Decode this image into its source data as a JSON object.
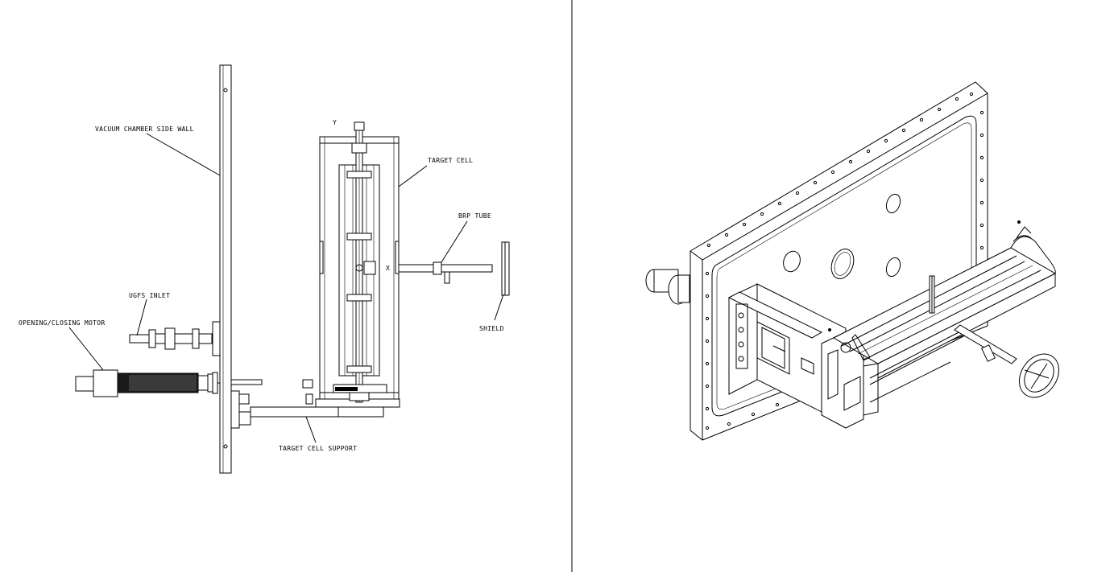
{
  "labels": {
    "vacuum_chamber_side_wall": "VACUUM CHAMBER SIDE WALL",
    "target_cell": "TARGET CELL",
    "brp_tube": "BRP TUBE",
    "shield": "SHIELD",
    "ugfs_inlet": "UGFS INLET",
    "opening_closing_motor": "OPENING/CLOSING MOTOR",
    "target_cell_support": "TARGET CELL SUPPORT",
    "axis_x": "X",
    "axis_y": "Y"
  }
}
